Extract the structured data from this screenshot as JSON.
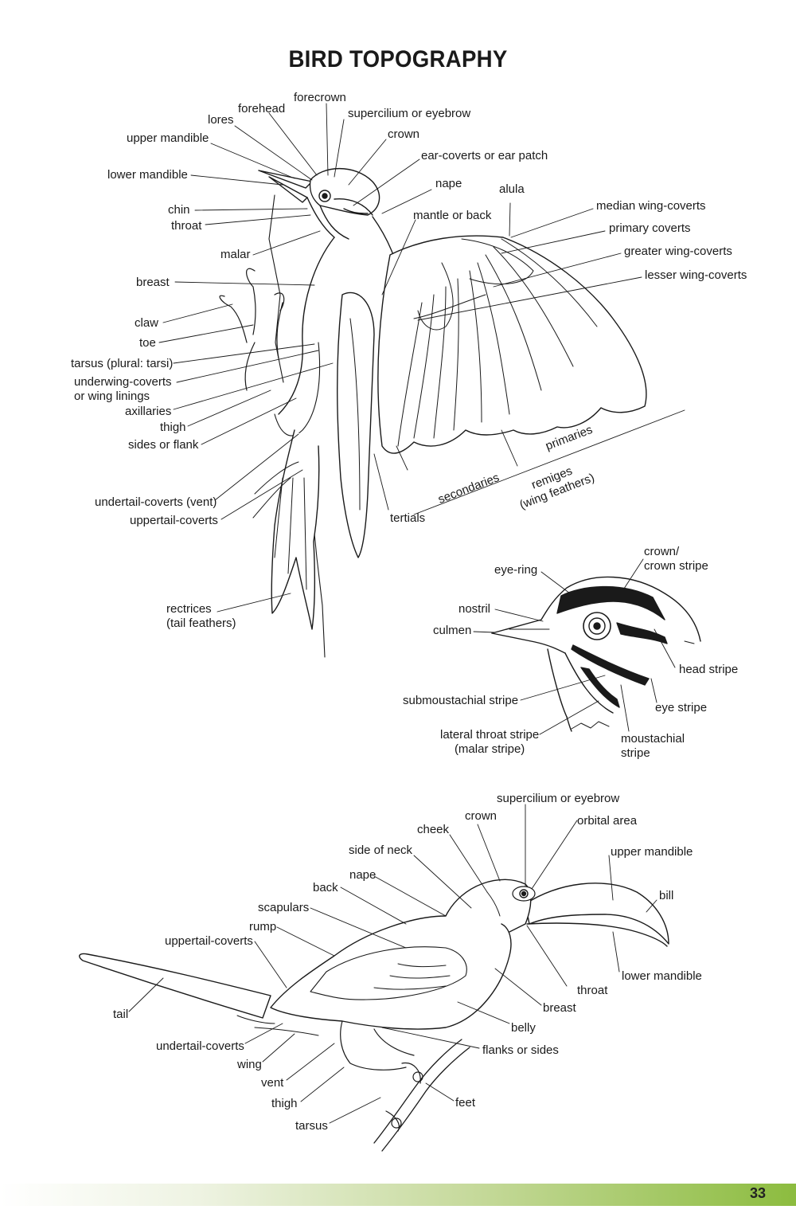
{
  "title": "BIRD TOPOGRAPHY",
  "page_number": "33",
  "colors": {
    "footer_start": "#ffffff",
    "footer_end": "#8cbc3f",
    "ink": "#1a1a1a"
  },
  "woodpecker_labels": {
    "forecrown": "forecrown",
    "forehead": "forehead",
    "supercilium": "supercilium or eyebrow",
    "lores": "lores",
    "crown": "crown",
    "upper_mandible": "upper mandible",
    "ear_coverts": "ear-coverts or ear patch",
    "lower_mandible": "lower mandible",
    "nape": "nape",
    "alula": "alula",
    "mantle": "mantle or back",
    "chin": "chin",
    "median_wing_coverts": "median wing-coverts",
    "throat": "throat",
    "primary_coverts": "primary coverts",
    "malar": "malar",
    "greater_wing_coverts": "greater wing-coverts",
    "breast": "breast",
    "lesser_wing_coverts": "lesser wing-coverts",
    "claw": "claw",
    "toe": "toe",
    "tarsus": "tarsus (plural: tarsi)",
    "underwing_coverts": "underwing-coverts\nor wing linings",
    "axillaries": "axillaries",
    "thigh": "thigh",
    "sides": "sides or flank",
    "primaries": "primaries",
    "secondaries": "secondaries",
    "remiges": "remiges\n(wing feathers)",
    "undertail_coverts": "undertail-coverts (vent)",
    "uppertail_coverts": "uppertail-coverts",
    "tertials": "tertials",
    "rectrices": "rectrices\n(tail feathers)"
  },
  "head_labels": {
    "crown_stripe": "crown/\ncrown stripe",
    "eye_ring": "eye-ring",
    "nostril": "nostril",
    "culmen": "culmen",
    "head_stripe": "head stripe",
    "eye_stripe": "eye stripe",
    "submoustachial": "submoustachial stripe",
    "lateral_throat": "lateral throat stripe\n(malar stripe)",
    "moustachial": "moustachial\nstripe"
  },
  "toucan_labels": {
    "supercilium": "supercilium or eyebrow",
    "crown": "crown",
    "orbital_area": "orbital area",
    "cheek": "cheek",
    "side_of_neck": "side of neck",
    "upper_mandible": "upper mandible",
    "nape": "nape",
    "bill": "bill",
    "back": "back",
    "scapulars": "scapulars",
    "rump": "rump",
    "uppertail_coverts": "uppertail-coverts",
    "lower_mandible": "lower mandible",
    "throat": "throat",
    "breast": "breast",
    "tail": "tail",
    "belly": "belly",
    "undertail_coverts": "undertail-coverts",
    "flanks": "flanks or sides",
    "wing": "wing",
    "vent": "vent",
    "feet": "feet",
    "thigh": "thigh",
    "tarsus": "tarsus"
  }
}
